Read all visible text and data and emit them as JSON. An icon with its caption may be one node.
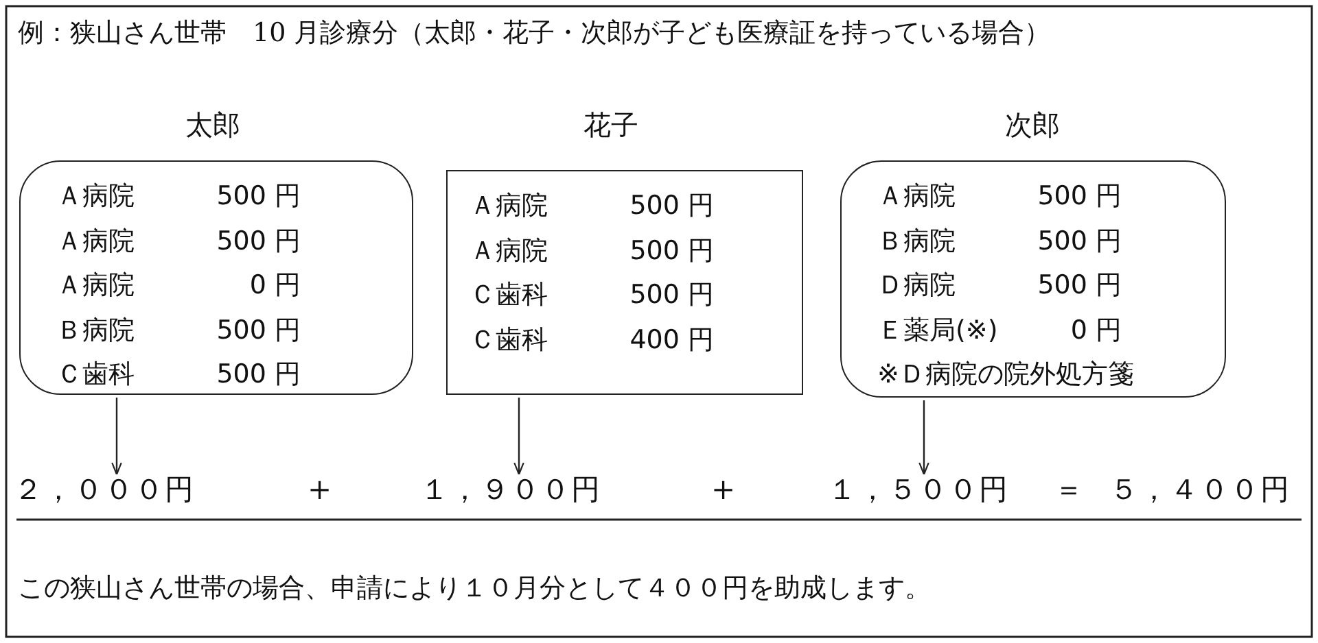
{
  "diagram": {
    "title": "例：狭山さん世帯　10 月診療分（太郎・花子・次郎が子ども医療証を持っている場合）",
    "nodes": [
      {
        "text": [
          "太郎",
          "Ａ病院",
          "500 円",
          "Ａ病院",
          "500 円",
          "Ａ病院",
          "0 円",
          "Ｂ病院",
          "500 円",
          "Ｃ歯科",
          "500 円"
        ]
      },
      {
        "text": [
          "花子",
          "Ａ病院",
          "500 円",
          "Ａ病院",
          "500 円",
          "Ｃ歯科",
          "500 円",
          "Ｃ歯科",
          "400 円"
        ]
      },
      {
        "text": [
          "次郎",
          "Ａ病院",
          "500 円",
          "Ｂ病院",
          "500 円",
          "Ｄ病院",
          "500 円",
          "Ｅ薬局(※)",
          "0 円",
          "※Ｄ病院の院外処方箋"
        ]
      },
      {
        "text": [
          "２，０００円"
        ]
      },
      {
        "text": [
          "１，９００円"
        ]
      },
      {
        "text": [
          "１，５００円"
        ]
      }
    ],
    "edges": [
      {
        "from": 0,
        "to": 3,
        "arrow": "to"
      },
      {
        "from": 1,
        "to": 4,
        "arrow": "to"
      },
      {
        "from": 2,
        "to": 5,
        "arrow": "to"
      }
    ],
    "labels": [
      "+",
      "+",
      "＝",
      "５，４００円",
      "この狭山さん世帯の場合、申請により１０月分として４００円を助成します。"
    ]
  }
}
